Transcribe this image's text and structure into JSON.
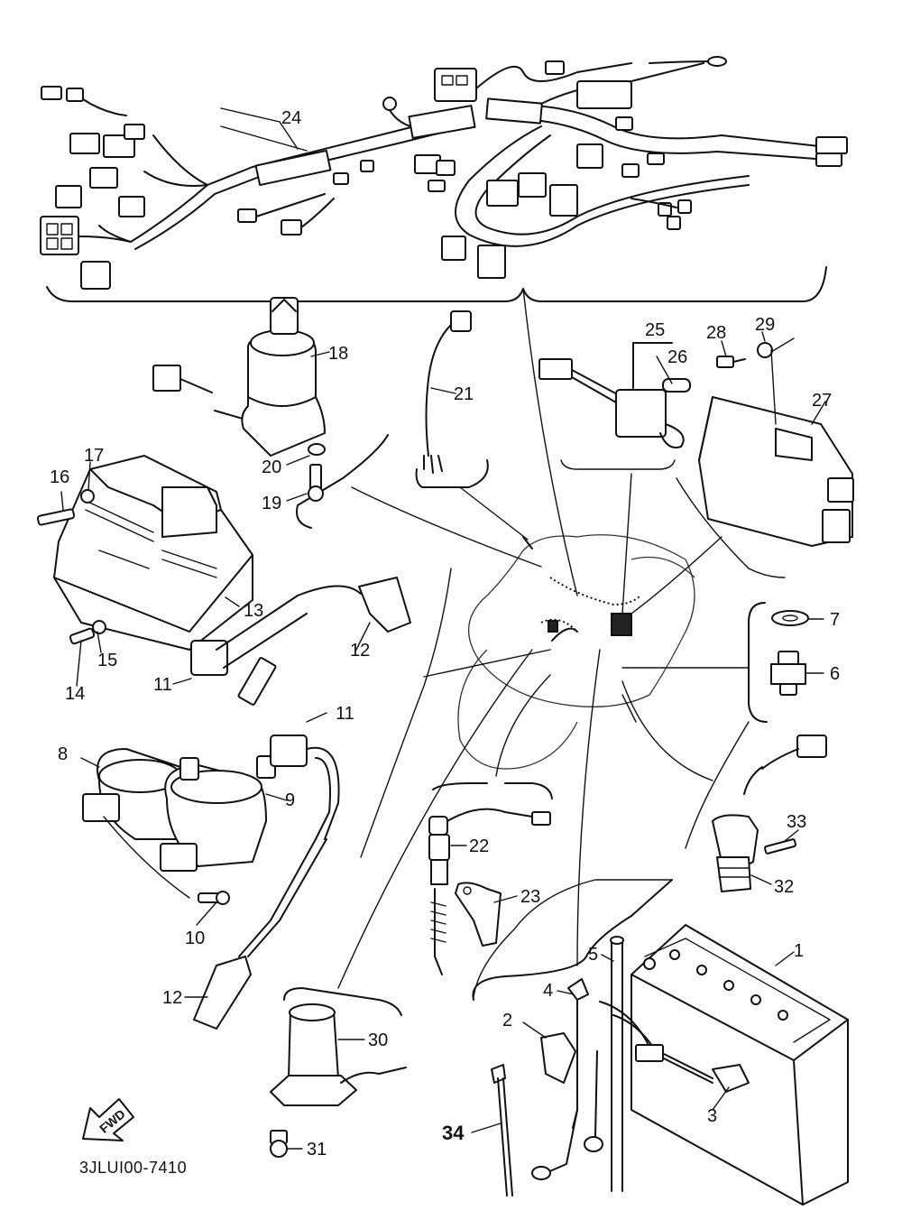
{
  "diagram": {
    "code": "3JLUI00-7410",
    "fwd_label": "FWD",
    "callouts": {
      "p1": "1",
      "p2": "2",
      "p3": "3",
      "p4": "4",
      "p5": "5",
      "p6": "6",
      "p7": "7",
      "p8": "8",
      "p9": "9",
      "p10": "10",
      "p11a": "11",
      "p11b": "11",
      "p12a": "12",
      "p12b": "12",
      "p13": "13",
      "p14": "14",
      "p15": "15",
      "p16": "16",
      "p17": "17",
      "p18": "18",
      "p19": "19",
      "p20": "20",
      "p21": "21",
      "p22": "22",
      "p23": "23",
      "p24": "24",
      "p25": "25",
      "p26": "26",
      "p27": "27",
      "p28": "28",
      "p29": "29",
      "p30": "30",
      "p31": "31",
      "p32": "32",
      "p33": "33",
      "p34": "34"
    }
  }
}
